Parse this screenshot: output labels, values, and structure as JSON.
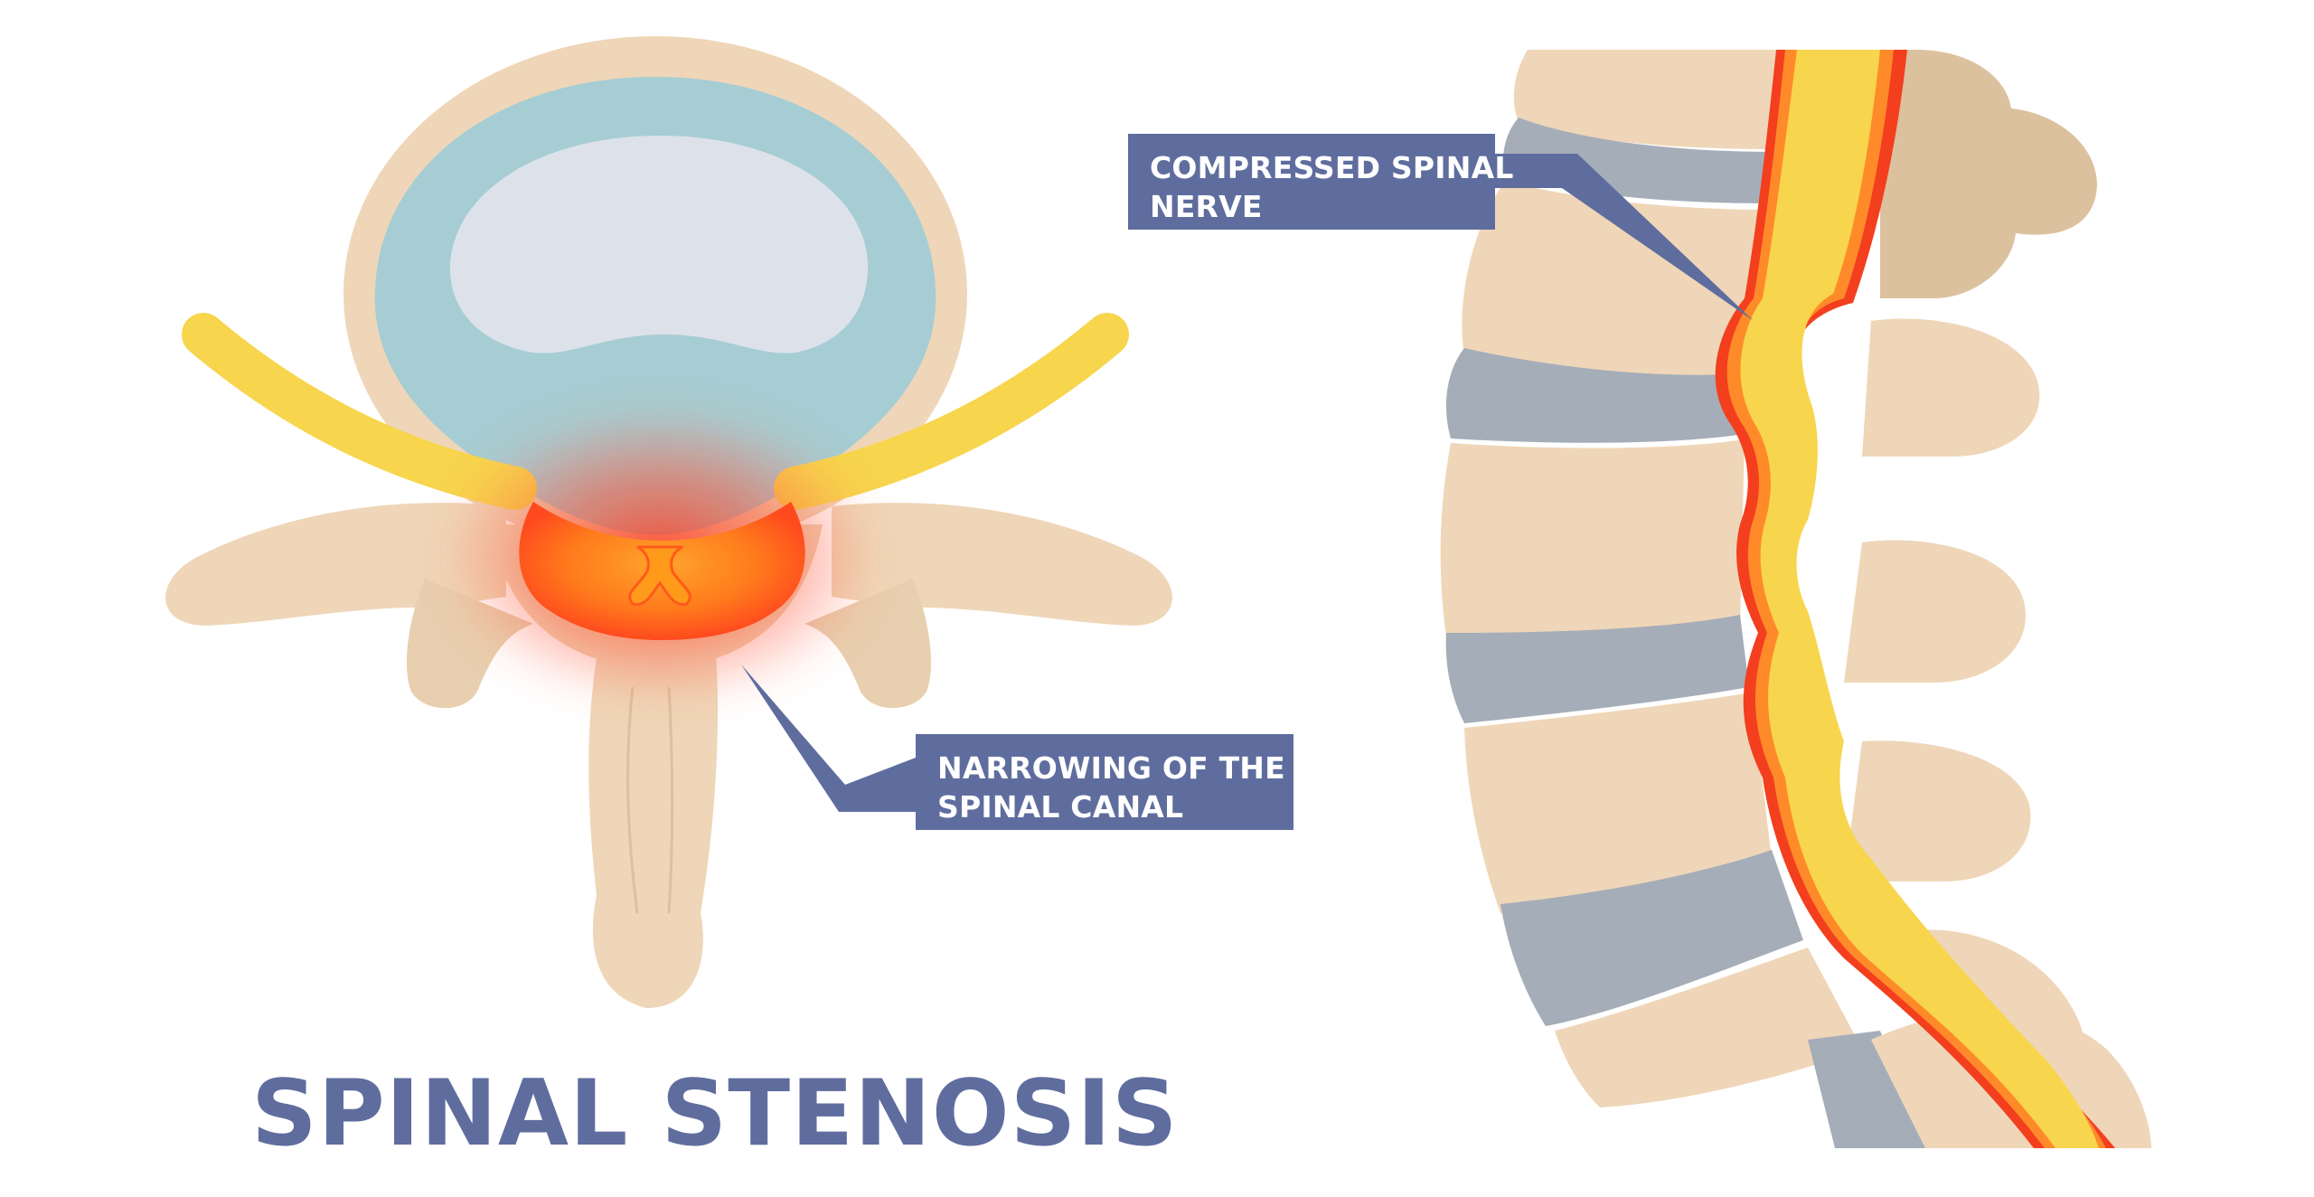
{
  "callouts": {
    "narrowing": {
      "line1": "NARROWING OF THE",
      "line2": "SPINAL CANAL"
    },
    "compressed": {
      "line1": "COMPRESSED SPINAL",
      "line2": "NERVE"
    }
  },
  "title": "SPINAL STENOSIS",
  "colors": {
    "callout_bg": "#5f6d9e",
    "title": "#5f6d9e",
    "bone": "#efd6b8",
    "bone_dark": "#dfc2a3",
    "disc_outer": "#a6cdd3",
    "disc_inner": "#dde2ea",
    "disc_side": "#a5adb8",
    "nerve": "#f7d54d",
    "inflammation": "#f33f1e",
    "stenosis_core": "#ff8a1f"
  },
  "icons": {
    "cross_section": "vertebra-cross-section-illustration",
    "side_view": "lumbar-spine-side-view-illustration"
  }
}
